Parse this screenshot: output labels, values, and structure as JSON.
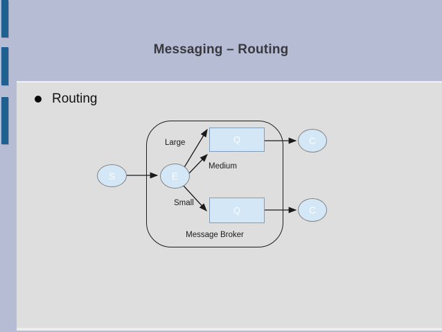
{
  "slide": {
    "title": "Messaging – Routing",
    "bullet_text": "Routing"
  },
  "diagram": {
    "broker_label": "Message Broker",
    "nodes": {
      "producer": "S",
      "exchange": "E",
      "queue_top": "Q",
      "queue_bottom": "Q",
      "consumer_top": "C",
      "consumer_bottom": "C"
    },
    "edge_labels": {
      "large": "Large",
      "medium": "Medium",
      "small": "Small"
    }
  },
  "colors": {
    "slide_background": "#b6bcd4",
    "content_background": "#dedede",
    "accent_bar": "#1e6191",
    "node_fill": "#d3e7f7",
    "ellipse_border": "#828282",
    "queue_border": "#7f9db9",
    "arrow_line": "#1a1a1a",
    "title_text": "#38383f"
  }
}
